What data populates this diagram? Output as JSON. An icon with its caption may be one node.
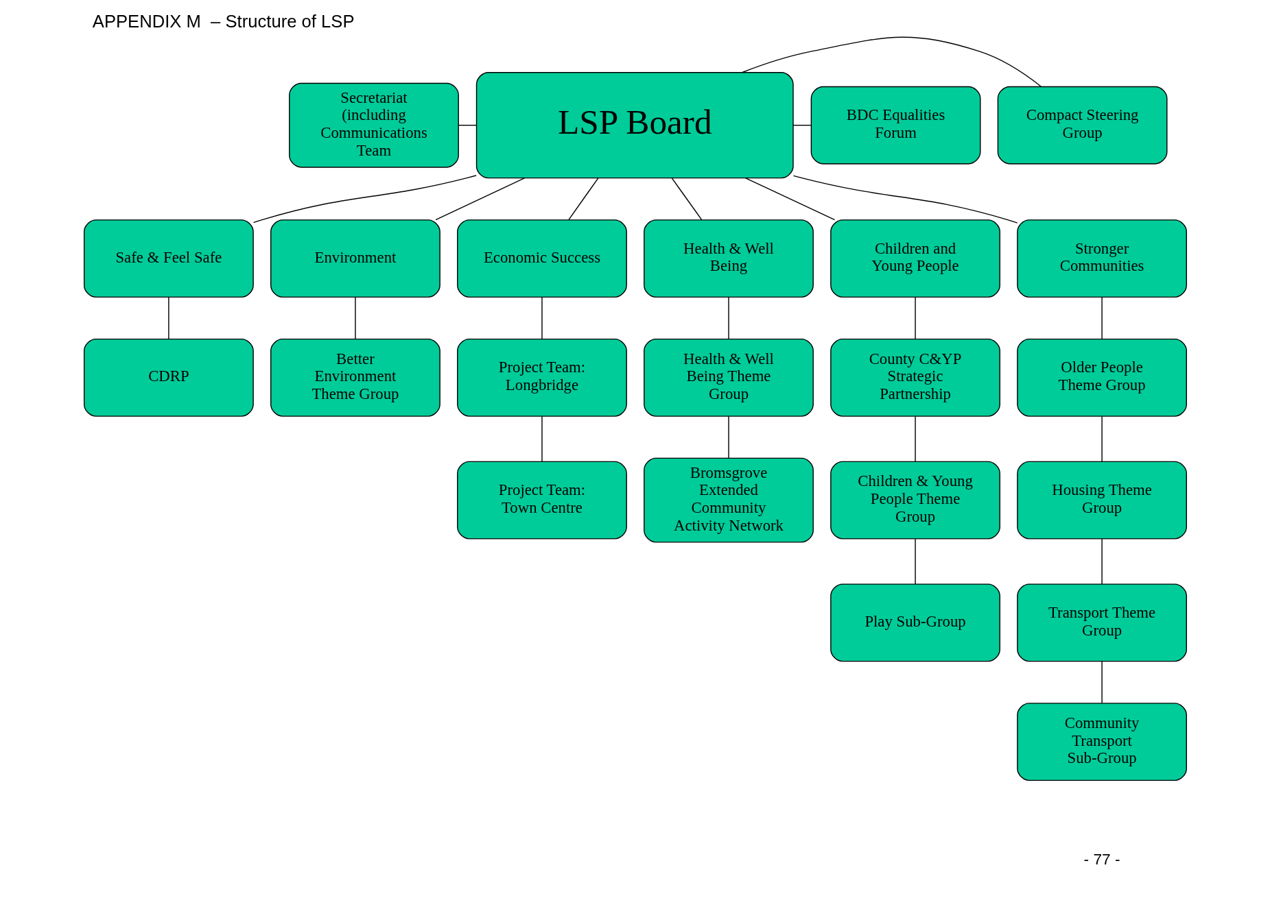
{
  "diagram": {
    "title": "APPENDIX M  – Structure of LSP",
    "nodes": [
      {
        "text": [
          "Secretariat (including Communications Team"
        ]
      },
      {
        "text": [
          "LSP Board"
        ]
      },
      {
        "text": [
          "Compact Steering Group"
        ]
      },
      {
        "text": [
          "BDC Equalities Forum"
        ]
      },
      {
        "text": [
          "Safe & Feel Safe"
        ]
      },
      {
        "text": [
          "Environment"
        ]
      },
      {
        "text": [
          "Economic Success"
        ]
      },
      {
        "text": [
          "Health & Well Being"
        ]
      },
      {
        "text": [
          "Children and Young People"
        ]
      },
      {
        "text": [
          "Stronger Communities"
        ]
      },
      {
        "text": [
          "CDRP"
        ]
      },
      {
        "text": [
          "Better Environment Theme Group"
        ]
      },
      {
        "text": [
          "Project Team: Longbridge"
        ]
      },
      {
        "text": [
          "Health & Well Being Theme Group"
        ]
      },
      {
        "text": [
          "County C&YP Strategic Partnership"
        ]
      },
      {
        "text": [
          "Older People Theme Group"
        ]
      },
      {
        "text": [
          "Project Team: Town Centre"
        ]
      },
      {
        "text": [
          "Bromsgrove Extended Community Activity Network"
        ]
      },
      {
        "text": [
          "Children & Young People Theme Group"
        ]
      },
      {
        "text": [
          "Housing Theme Group"
        ]
      },
      {
        "text": [
          "Play Sub-Group"
        ]
      },
      {
        "text": [
          "Transport Theme Group"
        ]
      },
      {
        "text": [
          "Community Transport Sub-Group"
        ]
      }
    ],
    "edges": [
      {
        "from": 0,
        "to": 1,
        "arrow": "none"
      },
      {
        "from": 1,
        "to": 2,
        "arrow": "none"
      },
      {
        "from": 1,
        "to": 3,
        "arrow": "none"
      },
      {
        "from": 1,
        "to": 4,
        "arrow": "none"
      },
      {
        "from": 1,
        "to": 5,
        "arrow": "none"
      },
      {
        "from": 1,
        "to": 6,
        "arrow": "none"
      },
      {
        "from": 1,
        "to": 7,
        "arrow": "none"
      },
      {
        "from": 1,
        "to": 8,
        "arrow": "none"
      },
      {
        "from": 1,
        "to": 9,
        "arrow": "none"
      },
      {
        "from": 4,
        "to": 10,
        "arrow": "none"
      },
      {
        "from": 5,
        "to": 11,
        "arrow": "none"
      },
      {
        "from": 6,
        "to": 12,
        "arrow": "none"
      },
      {
        "from": 7,
        "to": 13,
        "arrow": "none"
      },
      {
        "from": 8,
        "to": 14,
        "arrow": "none"
      },
      {
        "from": 9,
        "to": 15,
        "arrow": "none"
      },
      {
        "from": 12,
        "to": 16,
        "arrow": "none"
      },
      {
        "from": 13,
        "to": 17,
        "arrow": "none"
      },
      {
        "from": 14,
        "to": 18,
        "arrow": "none"
      },
      {
        "from": 15,
        "to": 19,
        "arrow": "none"
      },
      {
        "from": 18,
        "to": 20,
        "arrow": "none"
      },
      {
        "from": 19,
        "to": 21,
        "arrow": "none"
      },
      {
        "from": 21,
        "to": 22,
        "arrow": "none"
      }
    ],
    "labels": [
      "- 77 -"
    ]
  }
}
